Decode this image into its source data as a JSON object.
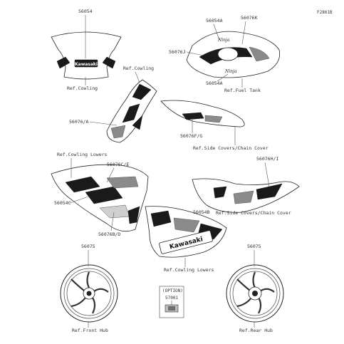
{
  "figure_code": "F2861B",
  "labels": {
    "p56054": "56054",
    "ref_cowling_top": "Ref.Cowling",
    "p56054a_top": "56054A",
    "p56076k": "56076K",
    "p56076j": "56076J",
    "p56054a_bottom": "56054A",
    "ref_fuel_tank": "Ref.Fuel Tank",
    "ref_cowling_mid": "Ref.Cowling",
    "p56076a": "56076/A",
    "p56076fg": "56076F/G",
    "ref_side_covers_1": "Ref.Side Covers/Chain Cover",
    "ref_cowling_lowers_1": "Ref.Cowling Lowers",
    "p56076ce": "56076C/E",
    "p56054c": "56054C",
    "p56076bd": "56076B/D",
    "p56076hi": "56076H/I",
    "ref_side_covers_2": "Ref.Side Covers/Chain Cover",
    "p56054b": "56054B",
    "ref_cowling_lowers_2": "Ref.Cowling Lowers",
    "p56075_left": "56075",
    "p56075_right": "56075",
    "option": "(OPTION)",
    "p57001": "57001",
    "ref_front_hub": "Ref.Front Hub",
    "ref_rear_hub": "Ref.Rear Hub"
  },
  "decal_text": {
    "windscreen_brand": "Kawasaki",
    "lower_cowl_brand": "Kawasaki",
    "tank_script_top": "Ninja",
    "tank_script_bottom": "Ninja"
  },
  "colors": {
    "line": "#222222",
    "decal_dark": "#1a1a1a",
    "decal_grey": "#8a8a8a"
  },
  "icons": [
    "windscreen-decal",
    "fuel-tank-decal",
    "upper-cowling-decal",
    "seat-cowl-decal",
    "middle-cowling-decal",
    "tail-cover-decal",
    "lower-cowling-decal",
    "front-wheel-stripe",
    "rear-wheel-stripe",
    "option-emblem"
  ]
}
